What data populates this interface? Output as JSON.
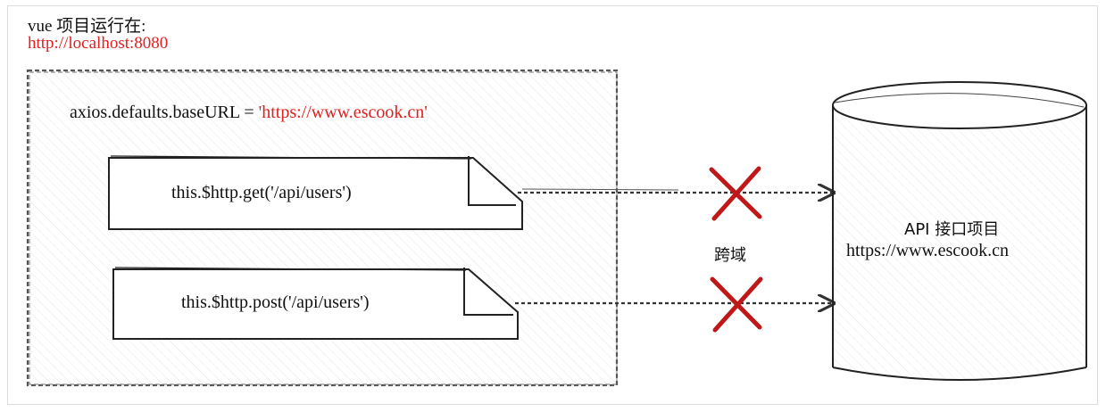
{
  "client": {
    "title": "vue 项目运行在:",
    "url": "http://localhost:8080",
    "base_url_prefix": "axios.defaults.baseURL = ",
    "base_url_value": "'https://www.escook.cn'",
    "requests": [
      {
        "label": "this.$http.get('/api/users')"
      },
      {
        "label": "this.$http.post('/api/users')"
      }
    ]
  },
  "cross_label": "跨域",
  "server": {
    "title": "API 接口项目",
    "url": "https://www.escook.cn"
  },
  "colors": {
    "accent": "#e02020",
    "cross": "#c01818",
    "stroke": "#333333"
  }
}
